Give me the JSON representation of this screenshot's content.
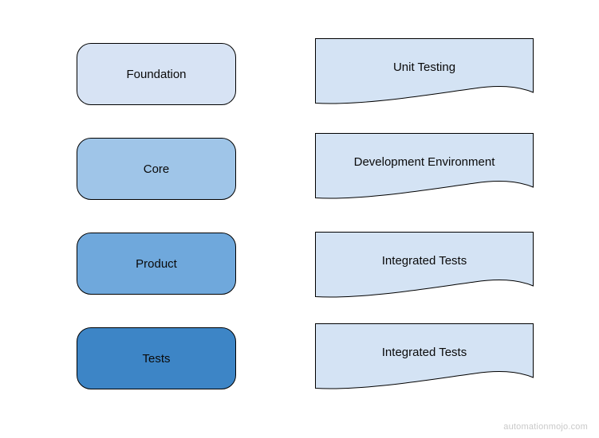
{
  "canvas": {
    "background": "#ffffff",
    "stroke_color": "#000000",
    "text_color": "#0a0a0a"
  },
  "diagram": {
    "layers": [
      {
        "label": "Foundation",
        "fill": "#d7e3f4"
      },
      {
        "label": "Core",
        "fill": "#9fc5e8"
      },
      {
        "label": "Product",
        "fill": "#6fa8dc"
      },
      {
        "label": "Tests",
        "fill": "#3d85c6"
      }
    ],
    "documents": [
      {
        "label": "Unit Testing",
        "fill": "#d4e3f4"
      },
      {
        "label": "Development Environment",
        "fill": "#d4e3f4"
      },
      {
        "label": "Integrated Tests",
        "fill": "#d4e3f4"
      },
      {
        "label": "Integrated Tests",
        "fill": "#d4e3f4"
      }
    ]
  },
  "footer": {
    "watermark": "automationmojo.com",
    "watermark_color": "#c9c9c9"
  }
}
